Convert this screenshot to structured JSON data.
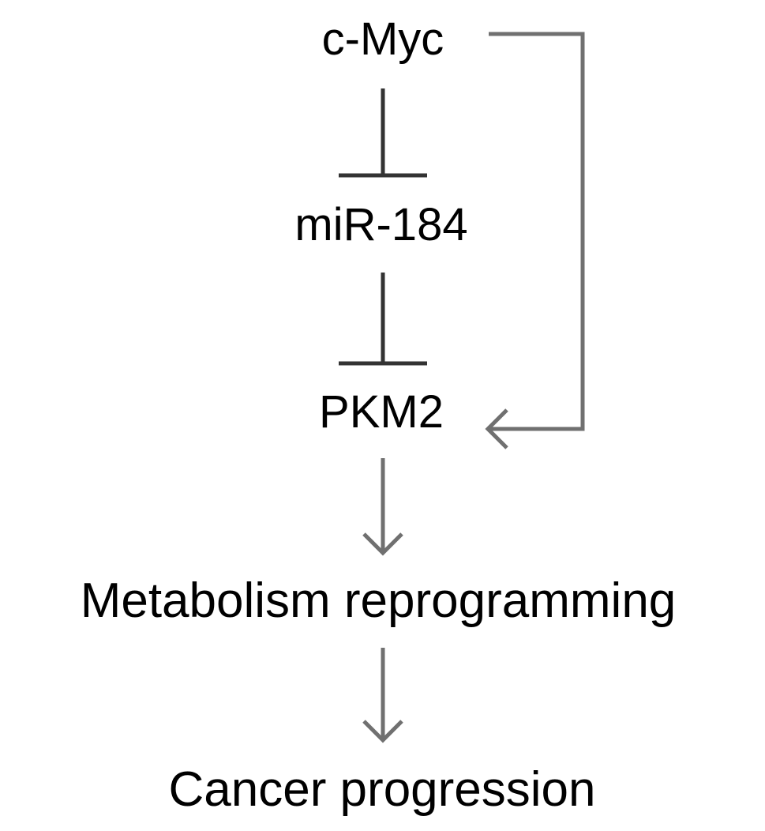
{
  "nodes": {
    "cmyc": "c-Myc",
    "mir184": "miR-184",
    "pkm2": "PKM2",
    "metabolism": "Metabolism reprogramming",
    "cancer": "Cancer progression"
  },
  "colors": {
    "text": "#000000",
    "inhibition_line": "#333333",
    "activation_arrow": "#707070",
    "background": "#ffffff"
  },
  "edges": [
    {
      "from": "c-Myc",
      "to": "miR-184",
      "type": "inhibition"
    },
    {
      "from": "miR-184",
      "to": "PKM2",
      "type": "inhibition"
    },
    {
      "from": "c-Myc",
      "to": "PKM2",
      "type": "activation"
    },
    {
      "from": "PKM2",
      "to": "Metabolism reprogramming",
      "type": "activation"
    },
    {
      "from": "Metabolism reprogramming",
      "to": "Cancer progression",
      "type": "activation"
    }
  ]
}
